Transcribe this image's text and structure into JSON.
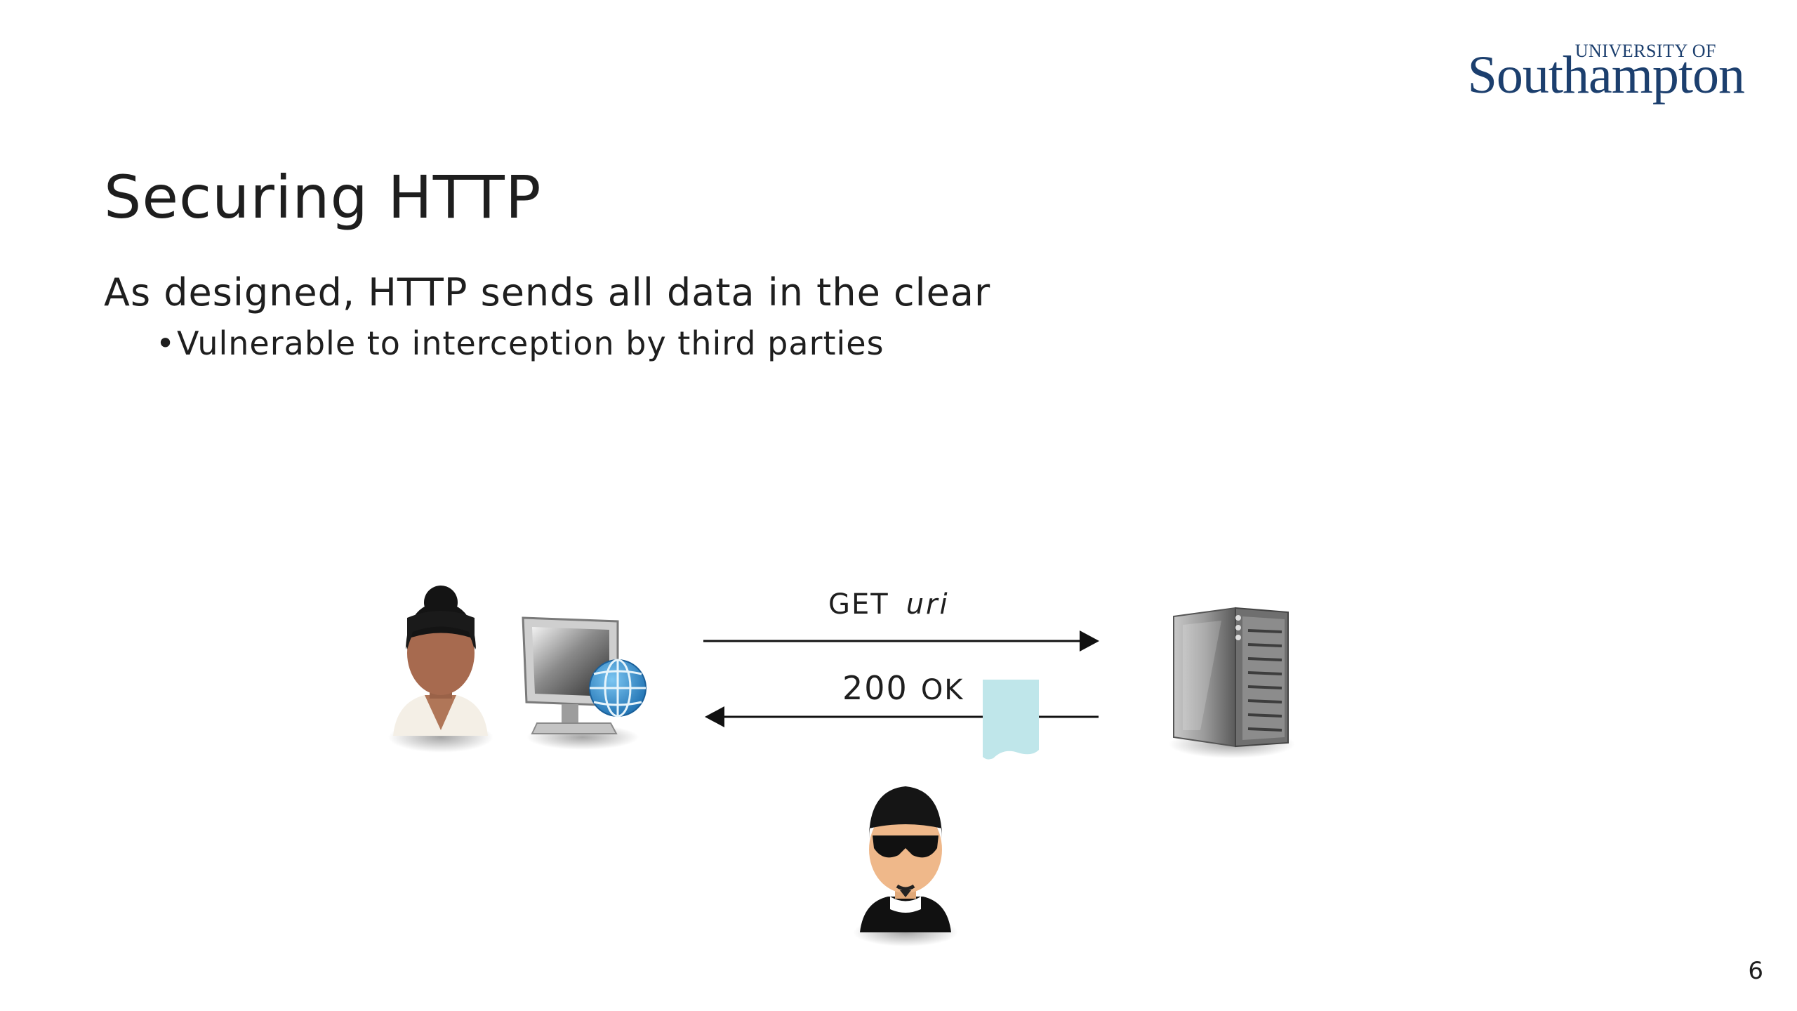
{
  "logo": {
    "small": "UNIVERSITY OF",
    "big": "Southampton"
  },
  "title": "Securing HTTP",
  "bullets": {
    "main": "As designed, HTTP sends all data in the clear",
    "sub": "Vulnerable to interception by third parties"
  },
  "diagram": {
    "request": {
      "method": "GET",
      "target": "uri"
    },
    "response": {
      "status": "200",
      "reason": "OK"
    },
    "icons": [
      "user-icon",
      "computer-icon",
      "globe-icon",
      "server-icon",
      "document-icon",
      "eavesdropper-icon"
    ],
    "colors": {
      "document": "#bfe6ea",
      "globe": "#2b8fd1",
      "server": "#9c9c9c",
      "arrow": "#111111"
    }
  },
  "page_number": "6"
}
